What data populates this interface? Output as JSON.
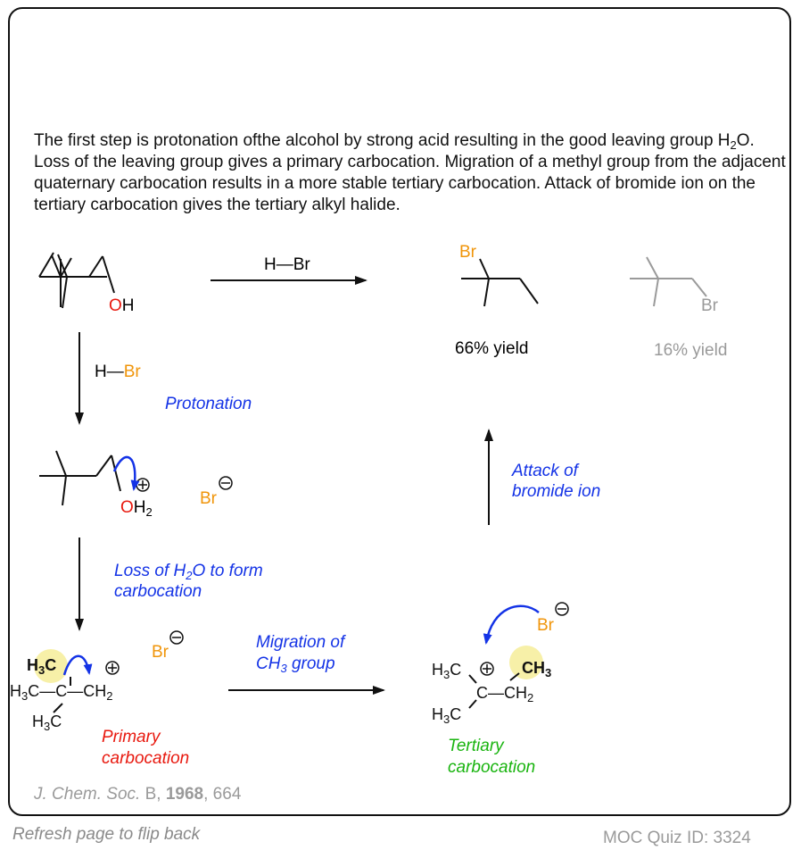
{
  "paragraph": {
    "before_sub": "The first step is protonation ofthe alcohol by strong acid resulting in the good leaving group H",
    "sub": "2",
    "after_sub": "O. Loss of the leaving group gives a primary carbocation. Migration of a methyl group from the adjacent quaternary carbocation results in a more stable tertiary carbocation. Attack of bromide ion on the tertiary carbocation gives the tertiary alkyl halide."
  },
  "reagents": {
    "top_arrow": "H—Br",
    "left_arrow_h": "H",
    "left_arrow_br": "Br"
  },
  "atoms": {
    "oh_o": "O",
    "oh_h": "H",
    "oh2_o": "O",
    "oh2_h": "H",
    "oh2_sub": "2",
    "br": "Br",
    "br_grey": "Br",
    "br_anion": "Br",
    "br_anion2": "Br",
    "br_anion3": "Br"
  },
  "labels": {
    "protonation": "Protonation",
    "loss_line1_a": "Loss of H",
    "loss_sub": "2",
    "loss_line1_b": "O to form",
    "loss_line2": "carbocation",
    "migration_line1": "Migration of",
    "migration_line2_a": "CH",
    "migration_sub": "3",
    "migration_line2_b": " group",
    "attack_line1": "Attack of",
    "attack_line2": "bromide ion",
    "primary_line1": "Primary",
    "primary_line2": "carbocation",
    "tertiary_line1": "Tertiary",
    "tertiary_line2": "carbocation"
  },
  "yields": {
    "major": "66% yield",
    "minor": "16% yield"
  },
  "primary_cation": {
    "h3c_top": "H",
    "h3c_top_sub": "3",
    "h3c_top_c": "C",
    "h3c_left": "H",
    "h3c_left_sub": "3",
    "h3c_left_c": "C—C—CH",
    "ch2_sub": "2",
    "h3c_bottom": "H",
    "h3c_bottom_sub": "3",
    "h3c_bottom_c": "C"
  },
  "tertiary_cation": {
    "h3c_top": "H",
    "h3c_top_sub": "3",
    "h3c_top_c": "C",
    "c_center": "C—CH",
    "ch2_sub": "2",
    "ch3_c": "CH",
    "ch3_sub": "3",
    "h3c_bottom": "H",
    "h3c_bottom_sub": "3",
    "h3c_bottom_c": "C"
  },
  "reference": {
    "journal": "J. Chem. Soc.",
    "series": "B,",
    "year": "1968",
    "page": ", 664"
  },
  "footer": {
    "flip_hint": "Refresh page to flip back",
    "quiz_id": "MOC Quiz ID: 3324"
  },
  "colors": {
    "blue": "#1433e6",
    "red": "#e8190f",
    "orange": "#f0950a",
    "green": "#19b40f",
    "grey": "#9a9a9a",
    "highlight": "#f7f0a8"
  }
}
